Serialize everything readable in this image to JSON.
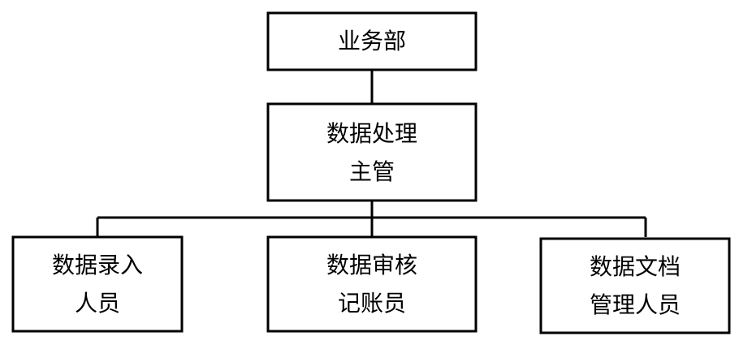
{
  "org_chart": {
    "top": {
      "line1": "业务部"
    },
    "middle": {
      "line1": "数据处理",
      "line2": "主管"
    },
    "children": [
      {
        "line1": "数据录入",
        "line2": "人员"
      },
      {
        "line1": "数据审核",
        "line2": "记账员"
      },
      {
        "line1": "数据文档",
        "line2": "管理人员"
      }
    ]
  }
}
